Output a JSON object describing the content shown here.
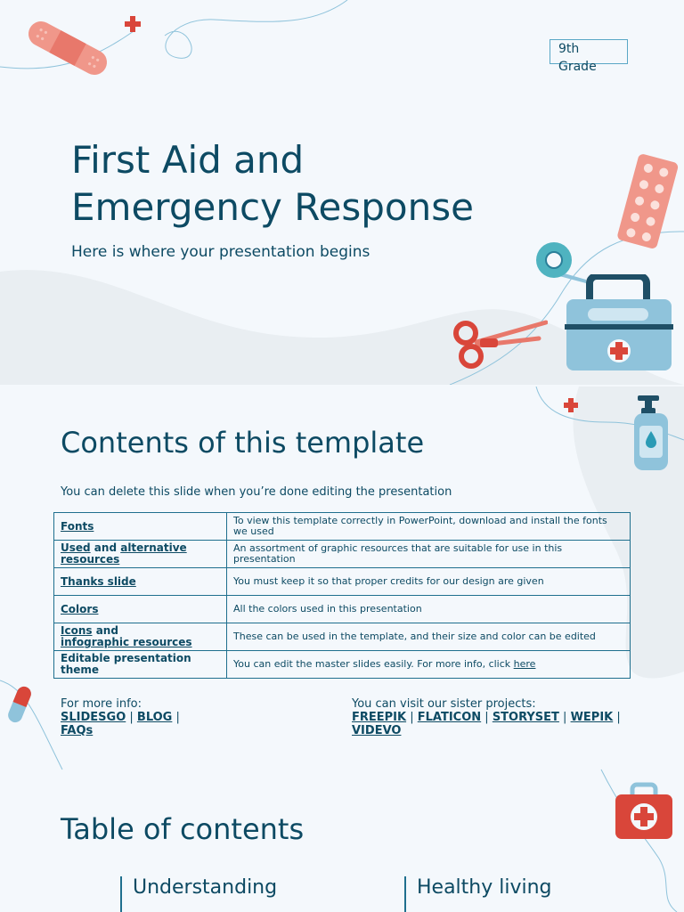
{
  "slide1": {
    "grade_line1": "9th",
    "grade_line2": "Grade",
    "title_line1": "First Aid and",
    "title_line2": "Emergency Response",
    "subtitle": "Here is where your presentation begins"
  },
  "slide2": {
    "heading": "Contents of this template",
    "note": "You can delete this slide when you’re done editing the presentation",
    "rows": [
      {
        "key": "Fonts",
        "value": "To view this template correctly in PowerPoint, download and install the fonts we used"
      },
      {
        "key_a": "Used",
        "key_and": " and ",
        "key_b": "alternative",
        "key_c": " resources",
        "value": "An assortment of graphic resources that are suitable for use in this presentation"
      },
      {
        "key": "Thanks slide",
        "value": "You must keep it so that proper credits for our design are given"
      },
      {
        "key": "Colors",
        "value": "All the colors used in this presentation"
      },
      {
        "key_a": "Icons",
        "key_and": " and",
        "key_b": "infographic resources",
        "value": "These can be used in the template, and their size and color can be edited"
      },
      {
        "key": "Editable presentation theme",
        "value": "You can edit the master slides easily. For more info, click ",
        "link": "here"
      }
    ],
    "more_info_label": "For more info:",
    "more_info_links": [
      "SLIDESGO",
      "BLOG",
      "FAQs"
    ],
    "sister_label": "You can visit our sister projects:",
    "sister_links": [
      "FREEPIK",
      "FLATICON",
      "STORYSET",
      "WEPIK",
      "VIDEVO"
    ],
    "sep": " | "
  },
  "slide3": {
    "heading": "Table of contents",
    "items": [
      "Understanding",
      "Healthy living"
    ]
  },
  "colors": {
    "navy": "#0d4a63",
    "accent_red": "#d9463a",
    "salmon": "#f0978a",
    "light_blue": "#8fc3db",
    "teal": "#2a9bb5"
  },
  "icons": [
    "bandage-icon",
    "cross-icon",
    "pill-blister-icon",
    "tape-roll-icon",
    "first-aid-box-icon",
    "scissors-icon",
    "sanitizer-bottle-icon",
    "capsule-icon",
    "first-aid-kit-icon"
  ]
}
